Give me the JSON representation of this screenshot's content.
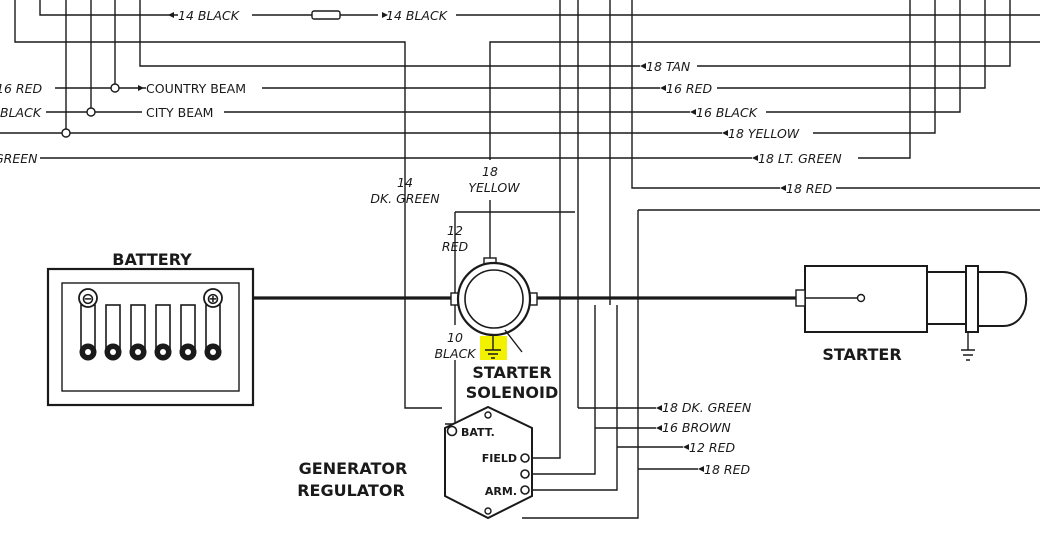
{
  "labels": {
    "top_wire_left": "14 BLACK",
    "top_wire_right": "14 BLACK",
    "country_beam_wire": "16 RED",
    "country_beam": "COUNTRY BEAM",
    "city_beam_wire": "BLACK",
    "city_beam": "CITY  BEAM",
    "left_green_wire": "GREEN",
    "wire_18_tan": "18 TAN",
    "wire_16_red": "16 RED",
    "wire_16_black": "16 BLACK",
    "wire_18_yellow": "18 YELLOW",
    "wire_18_lt_green": "18 LT. GREEN",
    "wire_18_red_top": "18 RED",
    "dk_green_num": "14",
    "dk_green_name": "DK. GREEN",
    "yellow_num": "18",
    "yellow_name": "YELLOW",
    "red_12_num": "12",
    "red_12_name": "RED",
    "black_10_num": "10",
    "black_10_name": "BLACK",
    "battery": "BATTERY",
    "battery_neg": "⊖",
    "battery_pos": "⊕",
    "solenoid_line1": "STARTER",
    "solenoid_line2": "SOLENOID",
    "starter": "STARTER",
    "regulator_line1": "GENERATOR",
    "regulator_line2": "REGULATOR",
    "term_batt": "BATT.",
    "term_field": "FIELD",
    "term_arm": "ARM.",
    "wire_18_dk_green": "18 DK. GREEN",
    "wire_16_brown": "16 BROWN",
    "wire_12_red": "12 RED",
    "wire_18_red_bottom": "18 RED"
  },
  "colors": {
    "ink": "#1a1a1a",
    "highlight": "#f2f200",
    "paper": "#ffffff"
  },
  "icons": [
    "ground-icon",
    "fuse-icon",
    "terminal-icon"
  ]
}
